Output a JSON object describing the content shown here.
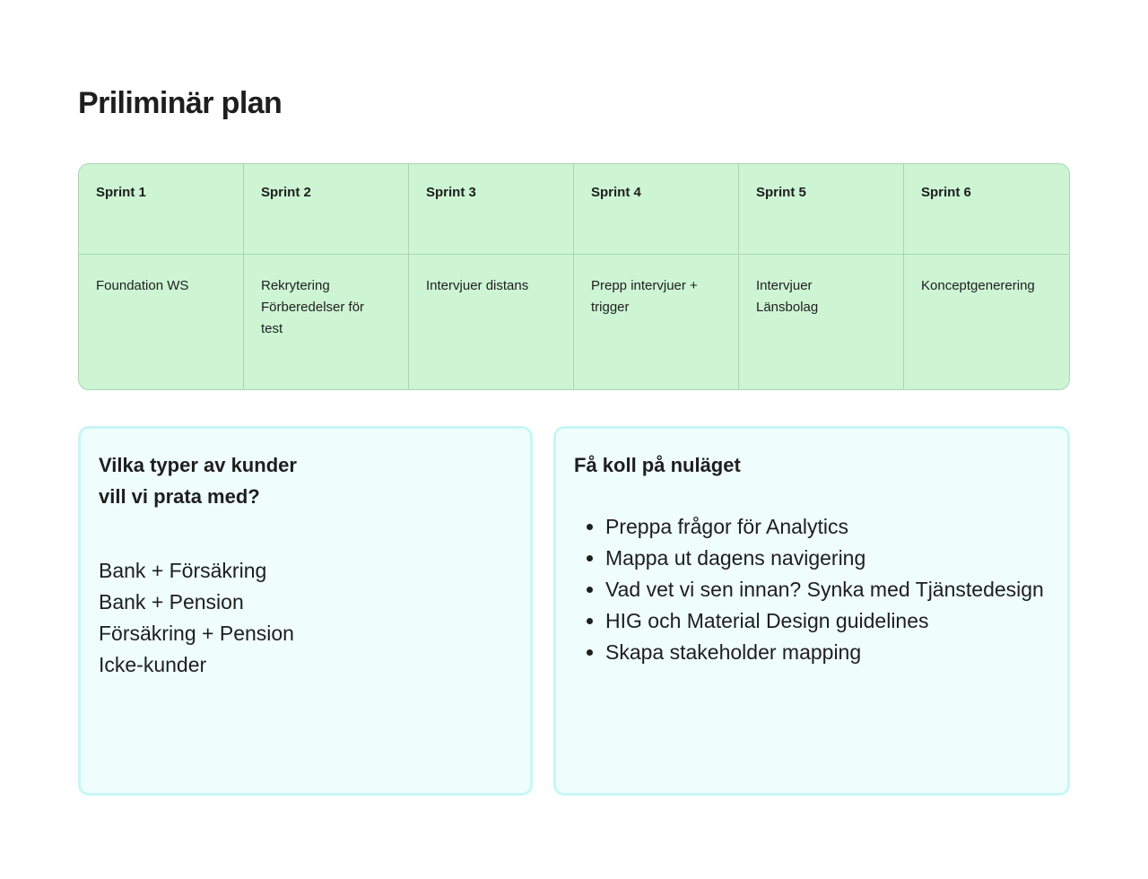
{
  "page": {
    "title": "Priliminär plan"
  },
  "sprints": [
    {
      "header": "Sprint 1",
      "lines": [
        "Foundation WS"
      ]
    },
    {
      "header": "Sprint 2",
      "lines": [
        "Rekrytering",
        "Förberedelser för",
        "test"
      ]
    },
    {
      "header": "Sprint 3",
      "lines": [
        "Intervjuer distans"
      ]
    },
    {
      "header": "Sprint 4",
      "lines": [
        "Prepp intervjuer +",
        "trigger"
      ]
    },
    {
      "header": "Sprint 5",
      "lines": [
        "Intervjuer",
        "Länsbolag"
      ]
    },
    {
      "header": "Sprint 6",
      "lines": [
        "Konceptgenerering"
      ]
    }
  ],
  "customer_card": {
    "heading_lines": [
      "Vilka typer av kunder",
      "vill vi prata med?"
    ],
    "items": [
      "Bank + Försäkring",
      "Bank + Pension",
      "Försäkring + Pension",
      "Icke-kunder"
    ]
  },
  "status_card": {
    "heading": "Få koll på nuläget",
    "items": [
      "Preppa frågor för Analytics",
      "Mappa ut dagens navigering",
      "Vad vet vi sen innan? Synka med Tjänstedesign",
      "HIG och Material Design guidelines",
      "Skapa stakeholder mapping"
    ]
  },
  "colors": {
    "table_background": "#cdf5d4",
    "table_border": "#a9d6b1",
    "card_background": "#f0fdfd",
    "card_border": "#c8f6f6"
  }
}
